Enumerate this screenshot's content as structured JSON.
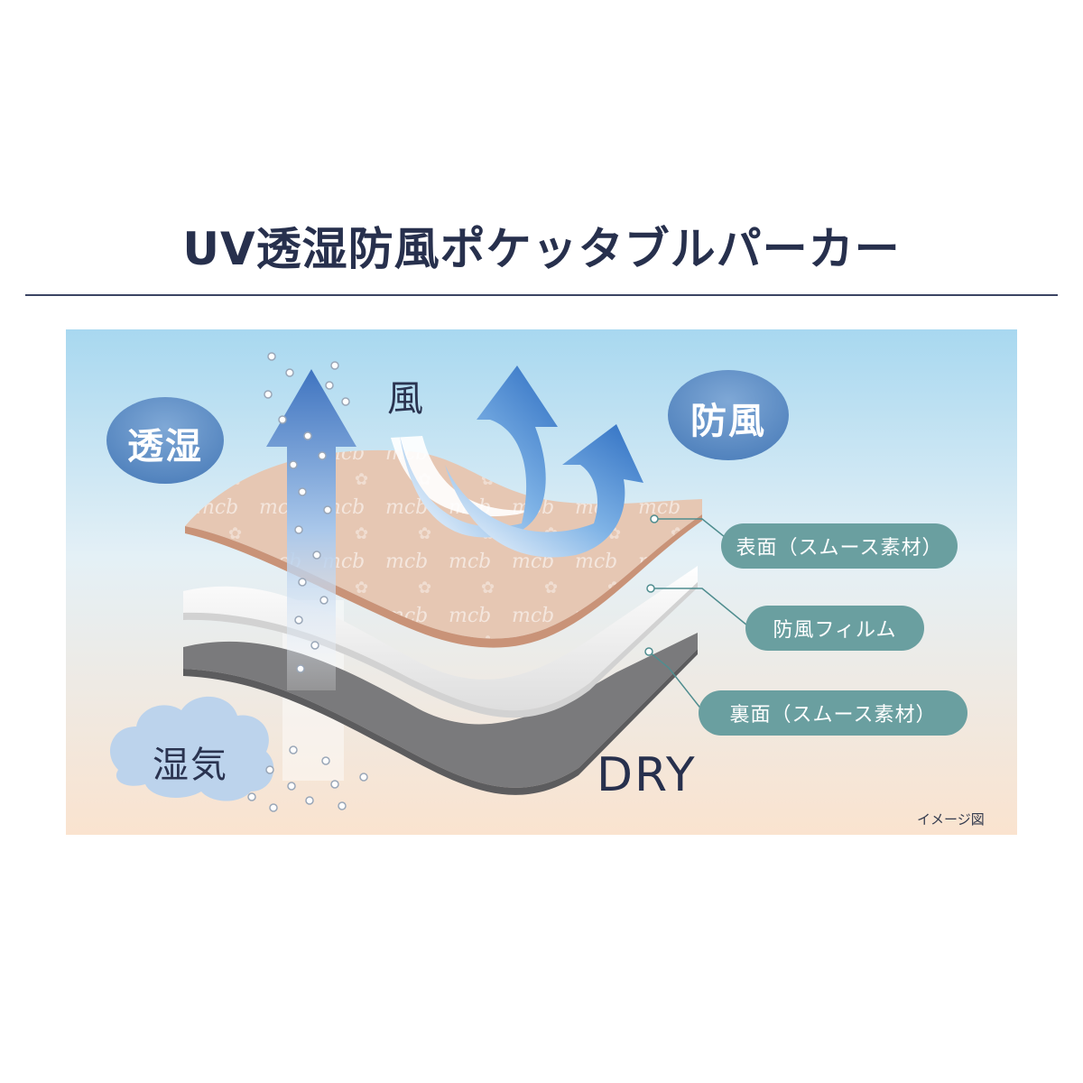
{
  "title": "UV透湿防風ポケッタブルパーカー",
  "labels": {
    "moisture_permeable": "透湿",
    "windproof": "防風",
    "wind": "風",
    "moisture": "湿気",
    "dry": "DRY",
    "image_note": "イメージ図"
  },
  "layers": [
    {
      "label": "表面（スムース素材）"
    },
    {
      "label": "防風フィルム"
    },
    {
      "label": "裏面（スムース素材）"
    }
  ],
  "logo_text": "mcb",
  "colors": {
    "title": "#27304d",
    "rule": "#3b4463",
    "sky_top": "#a8d8f0",
    "sky_bottom": "#fae3cf",
    "bubble": "#5b8cc3",
    "pill": "#6a9fa0",
    "outer_layer": "#e6c7b3",
    "outer_edge": "#c99378",
    "film_layer": "#f2f2f2",
    "inner_layer": "#7a7a7c",
    "arrow": "#3f7fc8"
  },
  "icons": [
    "upward-arrow-icon",
    "wind-arrow-icon",
    "water-droplet-icon",
    "cloud-icon"
  ]
}
